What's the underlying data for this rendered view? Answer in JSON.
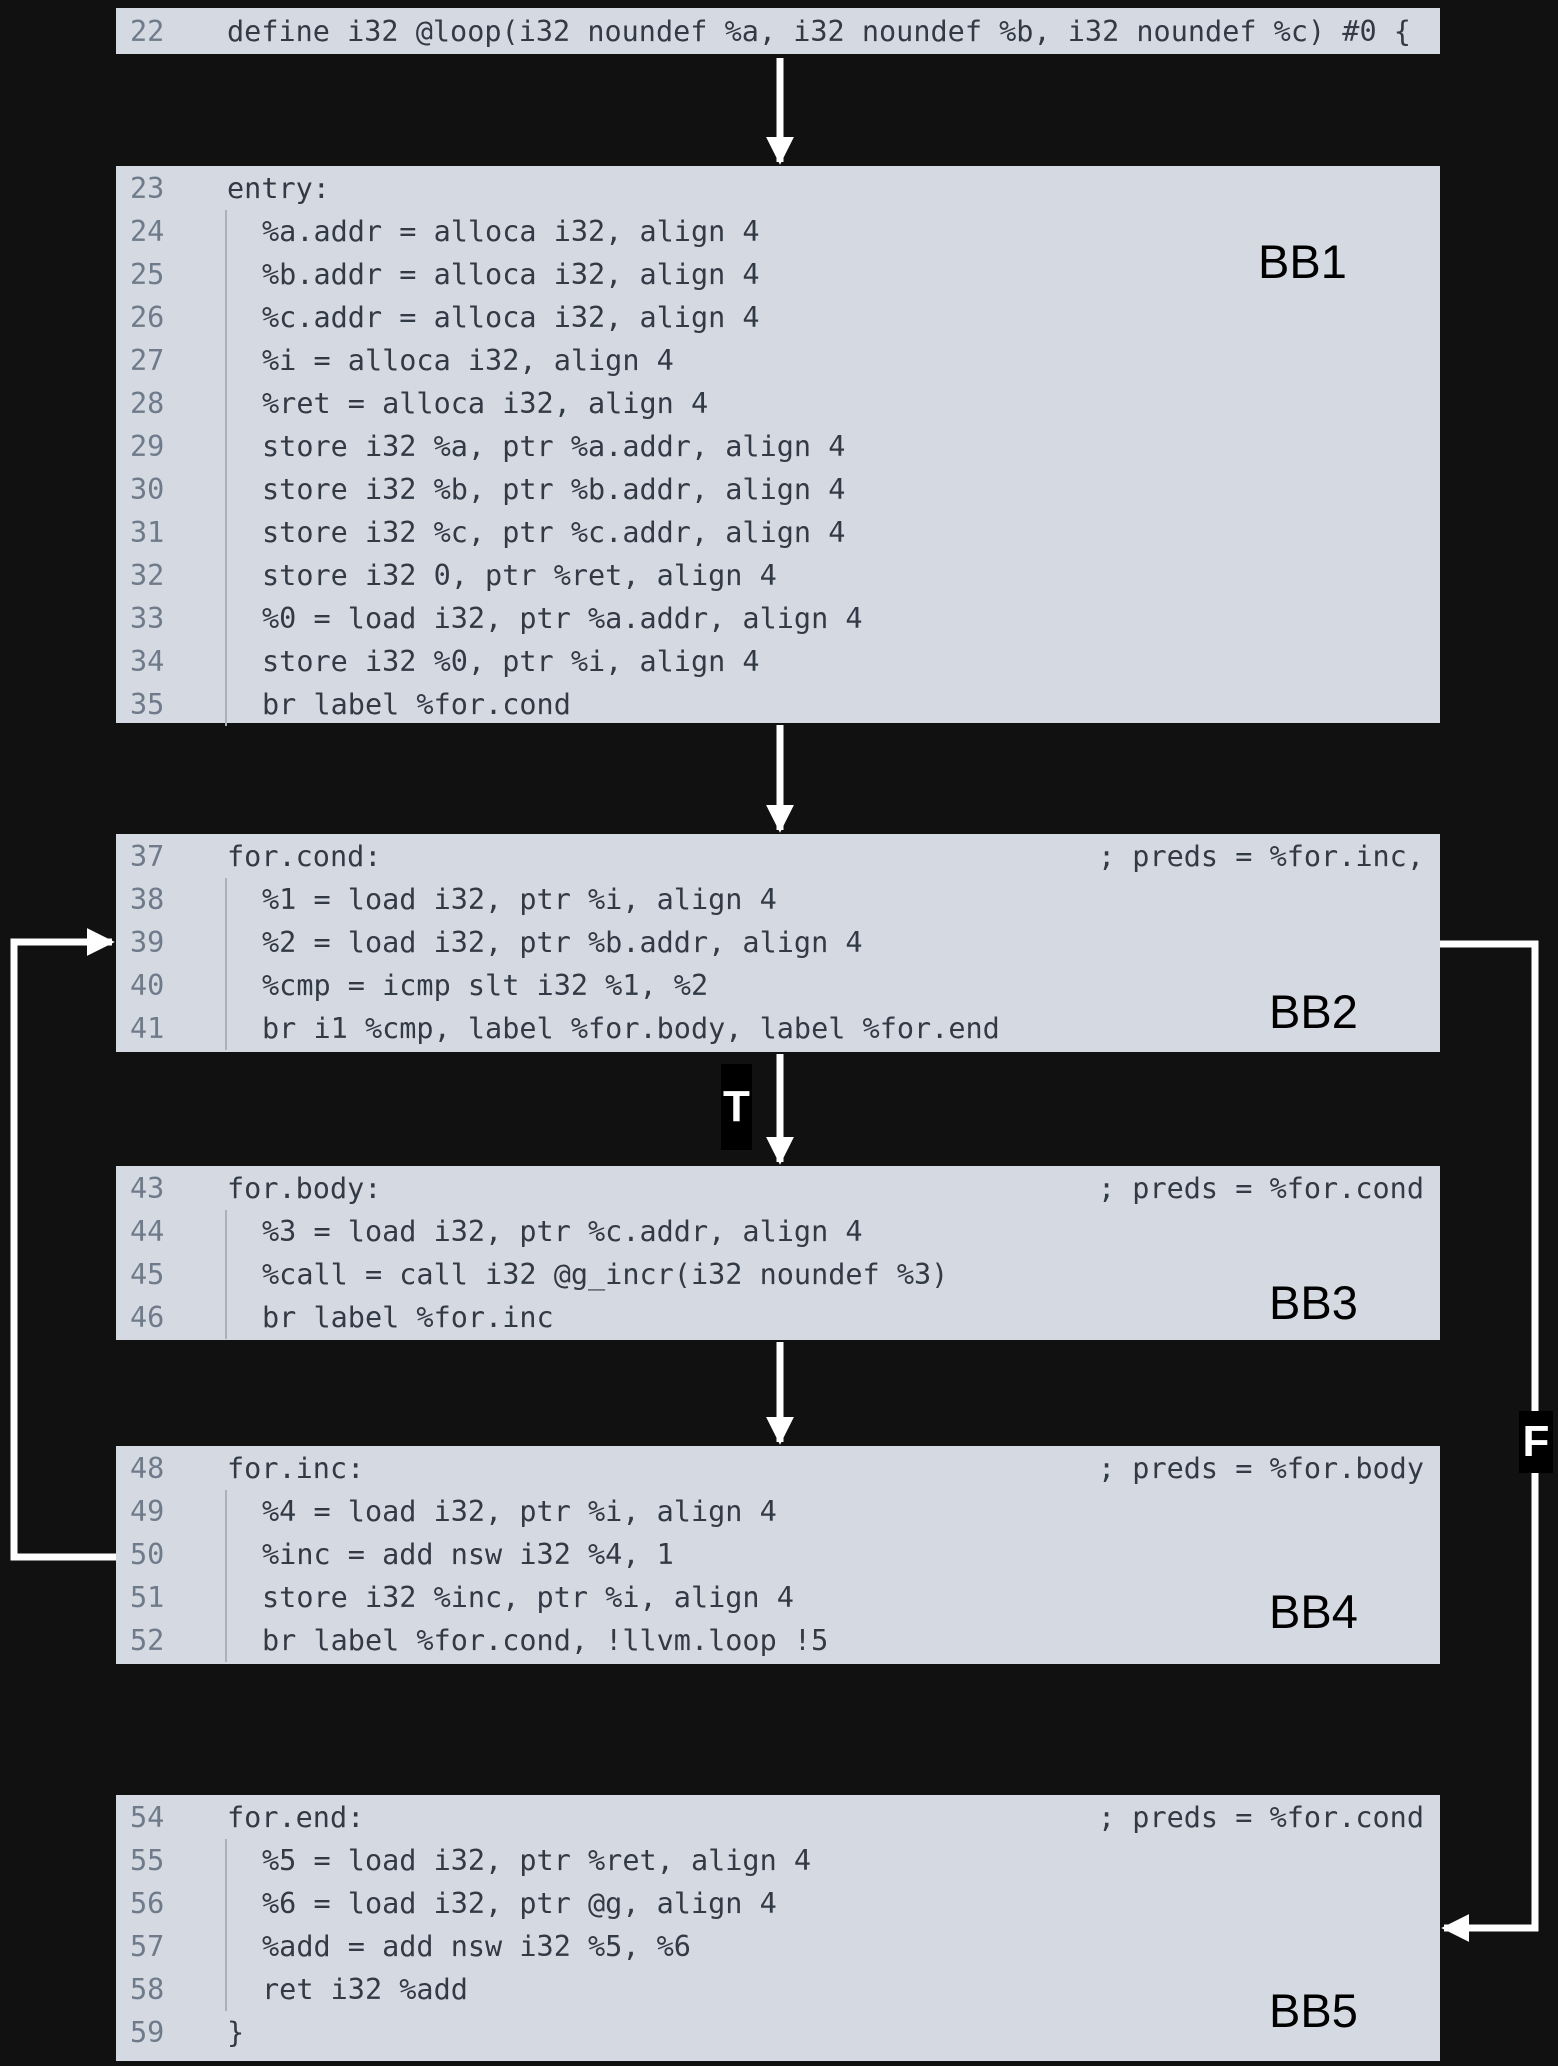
{
  "header": {
    "num": "22",
    "code": "define i32 @loop(i32 noundef %a, i32 noundef %b, i32 noundef %c) #0 {"
  },
  "blocks": [
    {
      "label": "BB1",
      "lines": [
        {
          "num": "23",
          "code": "entry:",
          "comment": ""
        },
        {
          "num": "24",
          "code": "%a.addr = alloca i32, align 4",
          "comment": ""
        },
        {
          "num": "25",
          "code": "%b.addr = alloca i32, align 4",
          "comment": ""
        },
        {
          "num": "26",
          "code": "%c.addr = alloca i32, align 4",
          "comment": ""
        },
        {
          "num": "27",
          "code": "%i = alloca i32, align 4",
          "comment": ""
        },
        {
          "num": "28",
          "code": "%ret = alloca i32, align 4",
          "comment": ""
        },
        {
          "num": "29",
          "code": "store i32 %a, ptr %a.addr, align 4",
          "comment": ""
        },
        {
          "num": "30",
          "code": "store i32 %b, ptr %b.addr, align 4",
          "comment": ""
        },
        {
          "num": "31",
          "code": "store i32 %c, ptr %c.addr, align 4",
          "comment": ""
        },
        {
          "num": "32",
          "code": "store i32 0, ptr %ret, align 4",
          "comment": ""
        },
        {
          "num": "33",
          "code": "%0 = load i32, ptr %a.addr, align 4",
          "comment": ""
        },
        {
          "num": "34",
          "code": "store i32 %0, ptr %i, align 4",
          "comment": ""
        },
        {
          "num": "35",
          "code": "br label %for.cond",
          "comment": ""
        }
      ]
    },
    {
      "label": "BB2",
      "lines": [
        {
          "num": "37",
          "code": "for.cond:",
          "comment": "; preds = %for.inc,"
        },
        {
          "num": "38",
          "code": "%1 = load i32, ptr %i, align 4",
          "comment": ""
        },
        {
          "num": "39",
          "code": "%2 = load i32, ptr %b.addr, align 4",
          "comment": ""
        },
        {
          "num": "40",
          "code": "%cmp = icmp slt i32 %1, %2",
          "comment": ""
        },
        {
          "num": "41",
          "code": "br i1 %cmp, label %for.body, label %for.end",
          "comment": ""
        }
      ]
    },
    {
      "label": "BB3",
      "lines": [
        {
          "num": "43",
          "code": "for.body:",
          "comment": "; preds = %for.cond"
        },
        {
          "num": "44",
          "code": "%3 = load i32, ptr %c.addr, align 4",
          "comment": ""
        },
        {
          "num": "45",
          "code": "%call = call i32 @g_incr(i32 noundef %3)",
          "comment": ""
        },
        {
          "num": "46",
          "code": "br label %for.inc",
          "comment": ""
        }
      ]
    },
    {
      "label": "BB4",
      "lines": [
        {
          "num": "48",
          "code": "for.inc:",
          "comment": "; preds = %for.body"
        },
        {
          "num": "49",
          "code": "%4 = load i32, ptr %i, align 4",
          "comment": ""
        },
        {
          "num": "50",
          "code": "%inc = add nsw i32 %4, 1",
          "comment": ""
        },
        {
          "num": "51",
          "code": "store i32 %inc, ptr %i, align 4",
          "comment": ""
        },
        {
          "num": "52",
          "code": "br label %for.cond, !llvm.loop !5",
          "comment": ""
        }
      ]
    },
    {
      "label": "BB5",
      "lines": [
        {
          "num": "54",
          "code": "for.end:",
          "comment": "; preds = %for.cond"
        },
        {
          "num": "55",
          "code": "%5 = load i32, ptr %ret, align 4",
          "comment": ""
        },
        {
          "num": "56",
          "code": "%6 = load i32, ptr @g, align 4",
          "comment": ""
        },
        {
          "num": "57",
          "code": "%add = add nsw i32 %5, %6",
          "comment": ""
        },
        {
          "num": "58",
          "code": "ret i32 %add",
          "comment": ""
        },
        {
          "num": "59",
          "code": "}",
          "comment": ""
        }
      ]
    }
  ],
  "edges": {
    "true_label": "T",
    "false_label": "F"
  },
  "colors": {
    "background": "#111112",
    "block": "#d5dae2",
    "code_text": "#323a46",
    "line_number": "#6f7a8a",
    "arrow": "#ffffff"
  }
}
